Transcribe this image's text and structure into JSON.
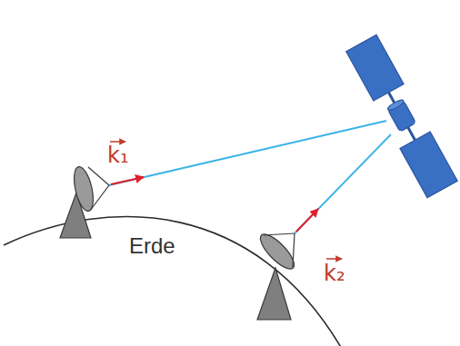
{
  "diagram": {
    "labels": [
      "k₁",
      "Erde",
      "k₂"
    ]
  }
}
